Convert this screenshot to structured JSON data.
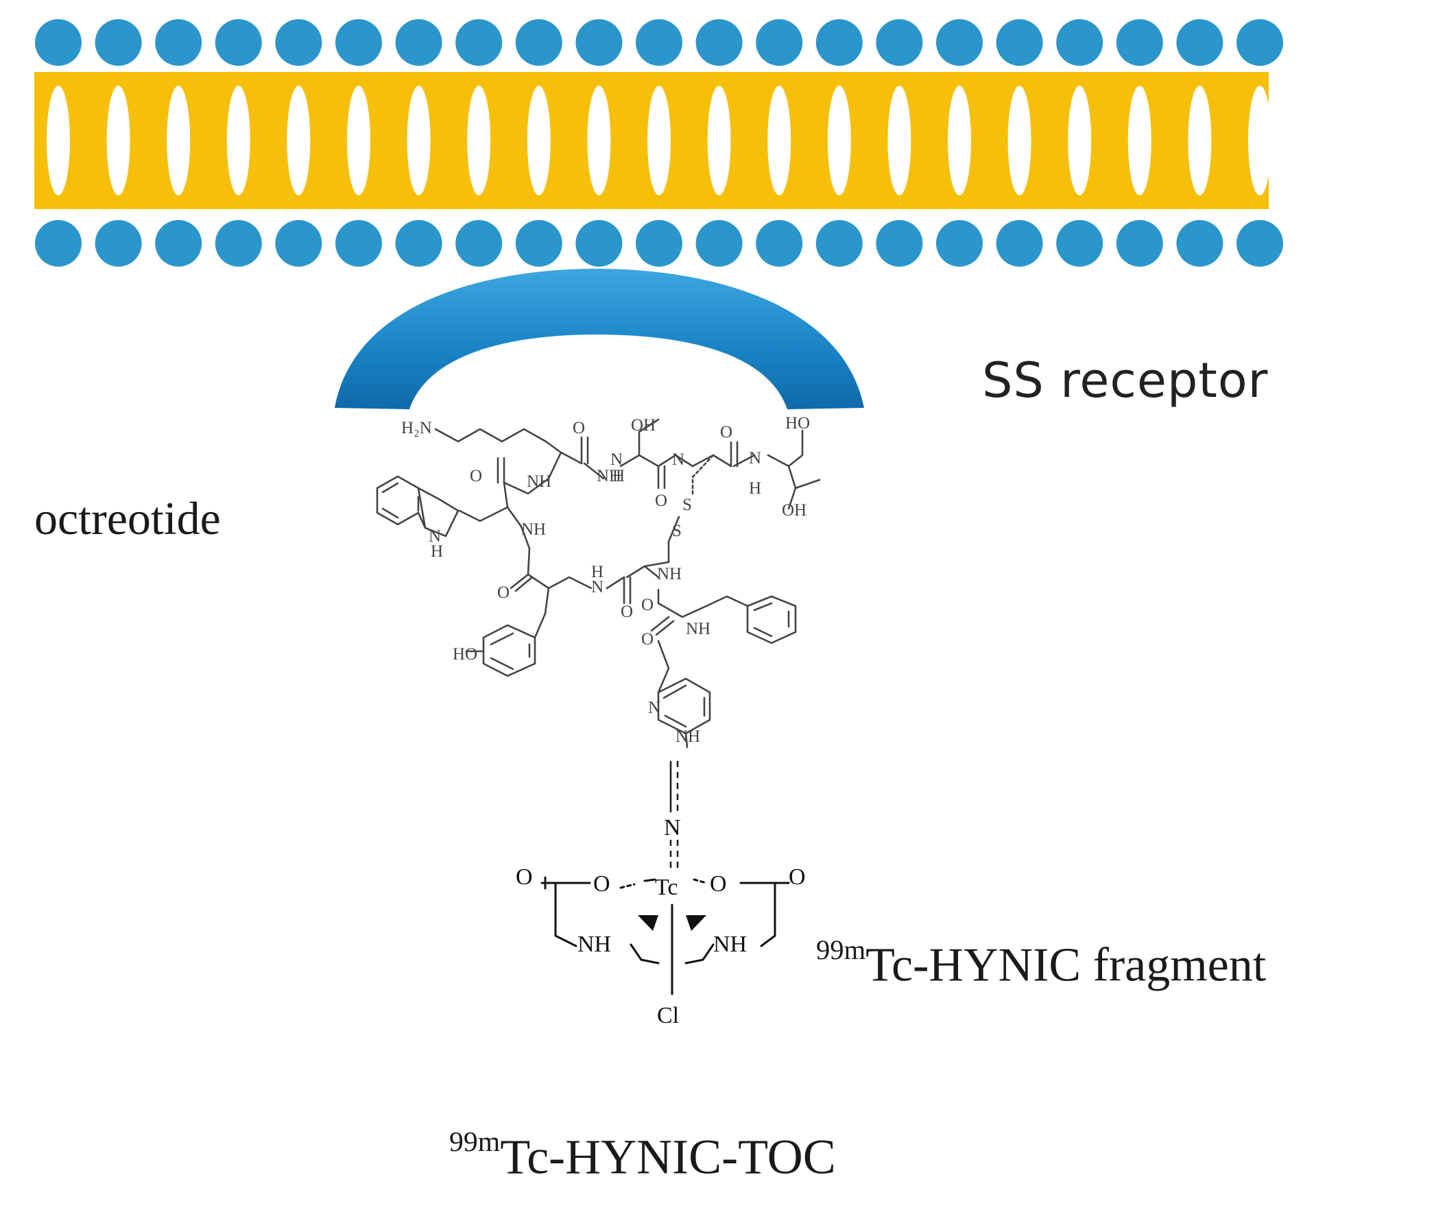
{
  "colors": {
    "lipid_head": "#2a96cc",
    "lipid_tail": "#f6bf0a",
    "receptor": "#1a85c8",
    "molecule_line": "#444444",
    "complex_line": "#111111"
  },
  "labels": {
    "receptor": "SS receptor",
    "octreotide": "octreotide",
    "fragment": {
      "isotope": "99m",
      "text": "Tc-HYNIC fragment"
    },
    "compound": {
      "isotope": "99m",
      "text": "Tc-HYNIC-TOC"
    }
  },
  "atoms": {
    "h2n": "H₂N",
    "oh": "OH",
    "ho": "HO",
    "o": "O",
    "nh": "NH",
    "h": "H",
    "s": "S",
    "n": "N",
    "tc": "Tc",
    "cl": "Cl"
  }
}
